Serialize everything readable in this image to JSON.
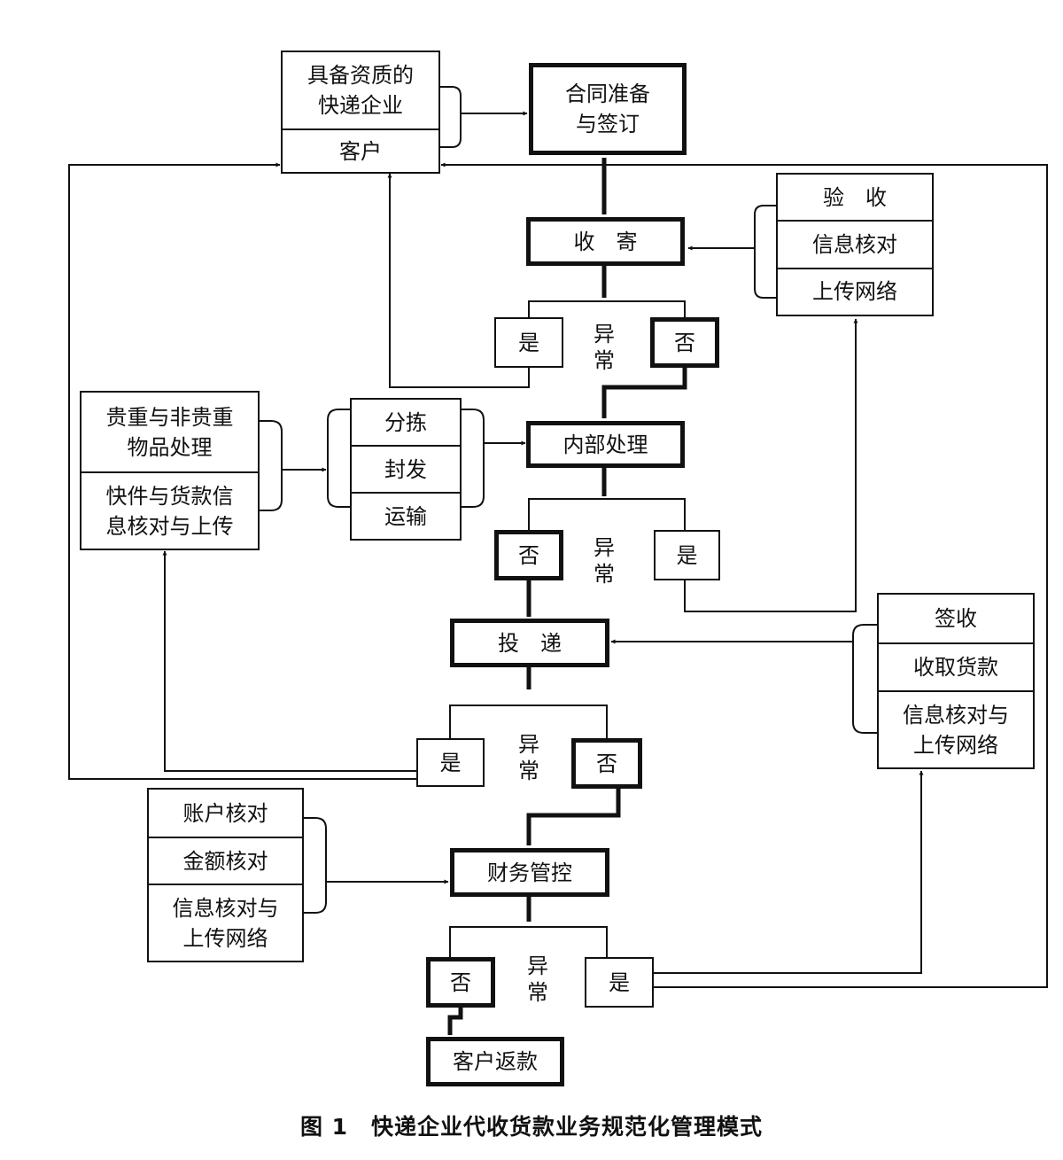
{
  "nodes": {
    "enterprise": "具备资质的\n快递企业",
    "customer": "客户",
    "contract": "合同准备\n与签订",
    "collect": "收　寄",
    "collect_checks": [
      "验　收",
      "信息核对",
      "上传网络"
    ],
    "internal": "内部处理",
    "sort_steps": [
      "分拣",
      "封发",
      "运输"
    ],
    "valuables": [
      "贵重与非贵重\n物品处理",
      "快件与货款信\n息核对与上传"
    ],
    "deliver": "投　递",
    "deliver_checks": [
      "签收",
      "收取货款",
      "信息核对与\n上传网络"
    ],
    "finance": "财务管控",
    "finance_checks": [
      "账户核对",
      "金额核对",
      "信息核对与\n上传网络"
    ],
    "refund": "客户返款"
  },
  "decisions": {
    "anomaly": "异\n常",
    "yes": "是",
    "no": "否"
  },
  "caption": "图 1　快递企业代收货款业务规范化管理模式"
}
